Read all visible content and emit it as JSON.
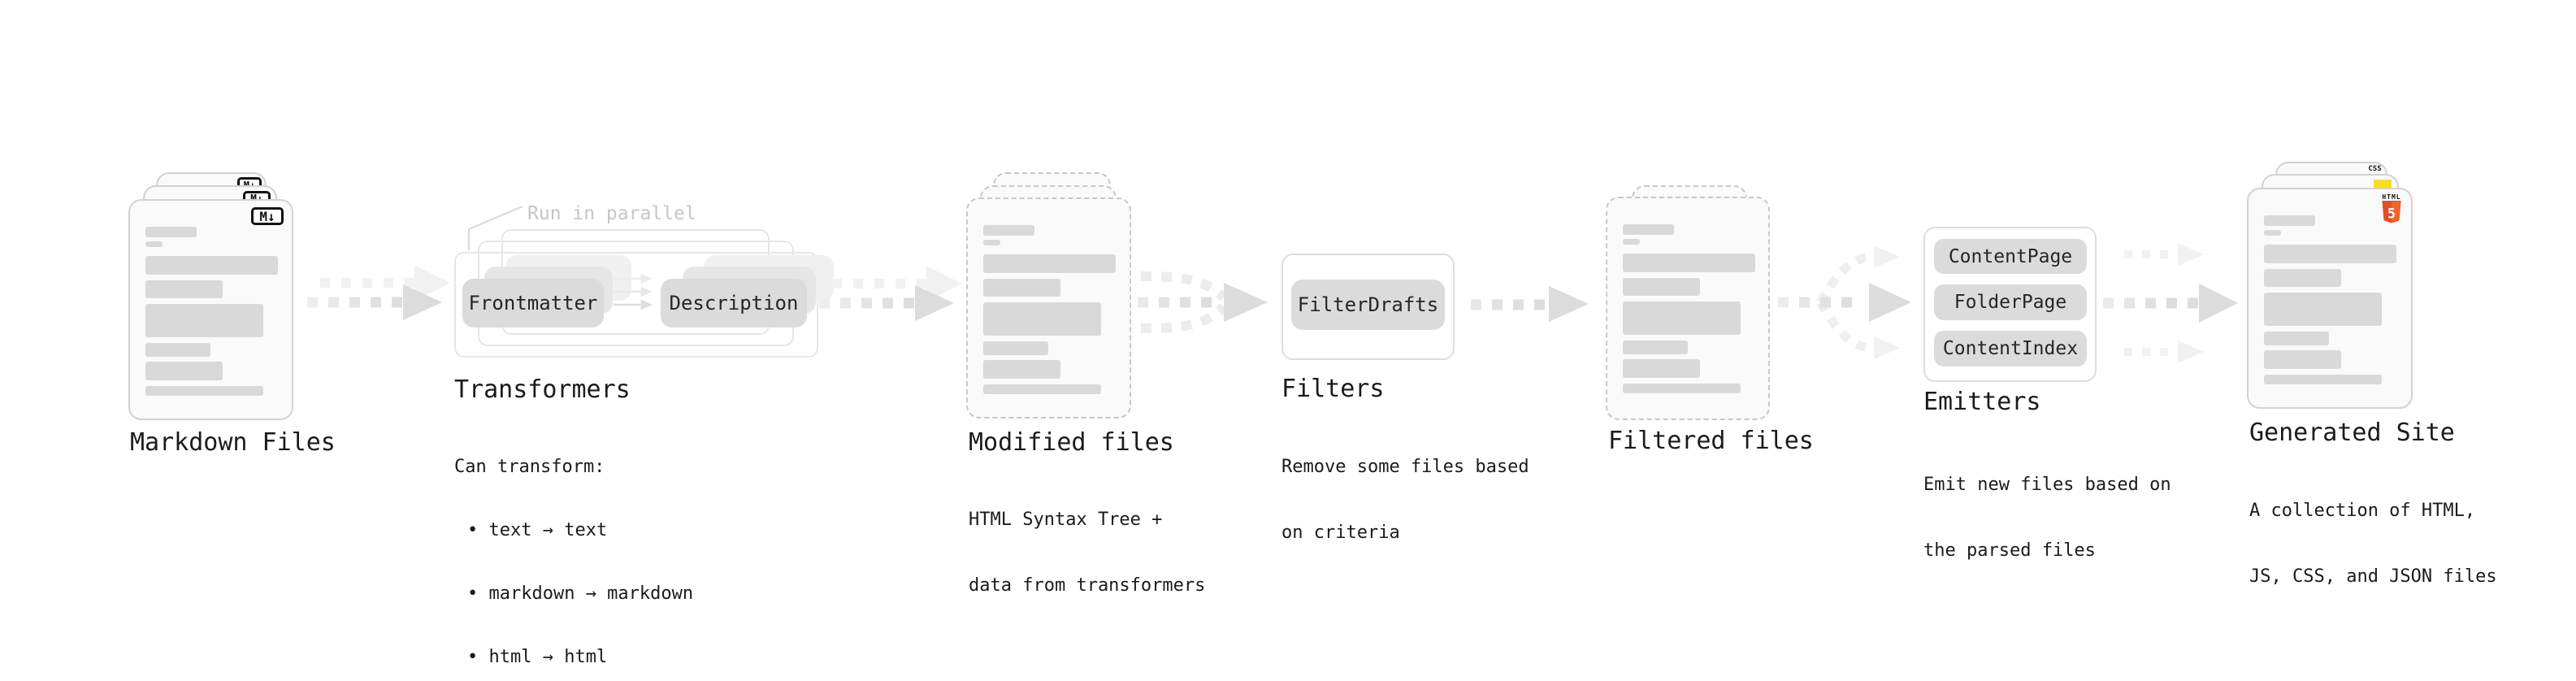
{
  "diagram": {
    "markdown": {
      "label": "Markdown Files",
      "badge": "M↓"
    },
    "transformers": {
      "label": "Transformers",
      "note": "Run in parallel",
      "chip_input": "Frontmatter",
      "chip_output": "Description",
      "desc": [
        "Can transform:",
        "• text → text",
        "• markdown → markdown",
        "• html → html"
      ]
    },
    "modified": {
      "label": "Modified files",
      "desc": [
        "HTML Syntax Tree +",
        "data from transformers"
      ]
    },
    "filters": {
      "label": "Filters",
      "chip": "FilterDrafts",
      "desc": [
        "Remove some files based",
        "on criteria"
      ]
    },
    "filtered": {
      "label": "Filtered files"
    },
    "emitters": {
      "label": "Emitters",
      "chips": [
        "ContentPage",
        "FolderPage",
        "ContentIndex"
      ],
      "desc": [
        "Emit new files based on",
        "the parsed files"
      ]
    },
    "site": {
      "label": "Generated Site",
      "badge_css": "CSS",
      "badge_html": "HTML",
      "badge_html5": "5",
      "desc": [
        "A collection of HTML,",
        "JS, CSS, and JSON files"
      ]
    }
  },
  "colors": {
    "background": "#ffffff",
    "card_bg": "#fafafa",
    "card_border": "#d2d2d2",
    "dashed_border": "#c8c8c8",
    "chip_bg": "#dbdbdb",
    "placeholder_bar": "#d9d9d9",
    "arrow": "#dcdcdc",
    "arrow_ghost": "#f0f0f0",
    "text": "#1b1b1b",
    "note_text": "#c6c6c6",
    "html5_orange": "#e44d26",
    "html5_orange_light": "#f16529",
    "js_yellow": "#f7df1e",
    "css_blue": "#2965f1",
    "badge_ink": "#111111"
  }
}
